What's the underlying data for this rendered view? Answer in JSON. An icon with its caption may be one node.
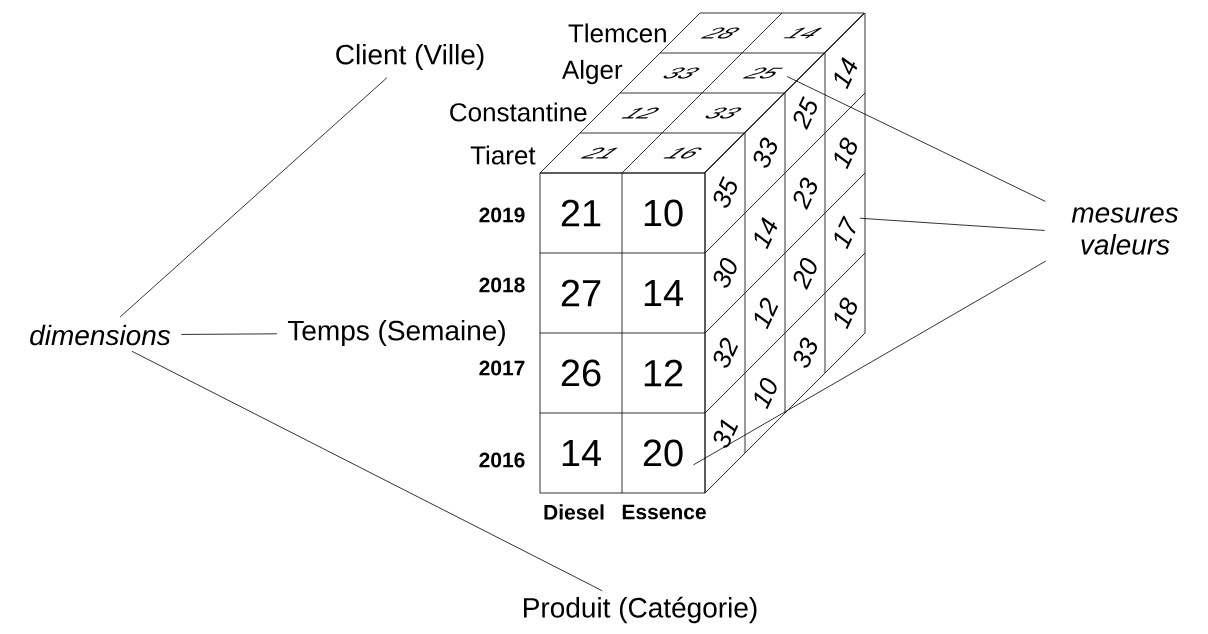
{
  "diagram": {
    "nodes": [
      {
        "text": [
          "dimensions"
        ]
      },
      {
        "text": [
          "Client (Ville)"
        ]
      },
      {
        "text": [
          "Temps (Semaine)"
        ]
      },
      {
        "text": [
          "Produit (Catégorie)"
        ]
      },
      {
        "text": [
          "mesures valeurs"
        ]
      },
      {
        "text": [
          "25"
        ]
      },
      {
        "text": [
          "17"
        ]
      },
      {
        "text": [
          "20"
        ]
      }
    ],
    "edges": [
      {
        "from": 0,
        "to": 1,
        "arrow": "none"
      },
      {
        "from": 0,
        "to": 2,
        "arrow": "none"
      },
      {
        "from": 0,
        "to": 3,
        "arrow": "none"
      },
      {
        "from": 4,
        "to": 5,
        "arrow": "none"
      },
      {
        "from": 4,
        "to": 6,
        "arrow": "none"
      },
      {
        "from": 4,
        "to": 7,
        "arrow": "none"
      }
    ],
    "labels": [
      "Tlemcen",
      "28",
      "14",
      "Alger",
      "33",
      "Constantine",
      "12",
      "33",
      "Tiaret",
      "21",
      "16",
      "35",
      "30",
      "32",
      "31",
      "33",
      "14",
      "12",
      "10",
      "25",
      "23",
      "20",
      "33",
      "14",
      "18",
      "18",
      "2019",
      "21",
      "10",
      "2018",
      "27",
      "14",
      "2017",
      "26",
      "12",
      "2016",
      "14",
      "Diesel",
      "Essence"
    ]
  }
}
